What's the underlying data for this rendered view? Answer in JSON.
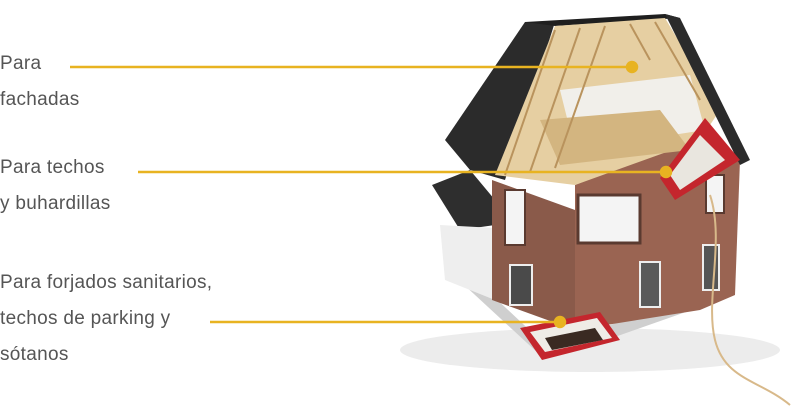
{
  "labels": [
    {
      "lines": [
        "Para",
        "fachadas"
      ]
    },
    {
      "lines": [
        "Para techos",
        "y buhardillas"
      ]
    },
    {
      "lines": [
        "Para forjados sanitarios,",
        "techos de parking y",
        "sótanos"
      ]
    }
  ],
  "colors": {
    "leader_line": "#e8b321",
    "label_text": "#555555",
    "brick": "#8b5544",
    "roof": "#2b2b2b",
    "insulation_red": "#c4262d"
  }
}
